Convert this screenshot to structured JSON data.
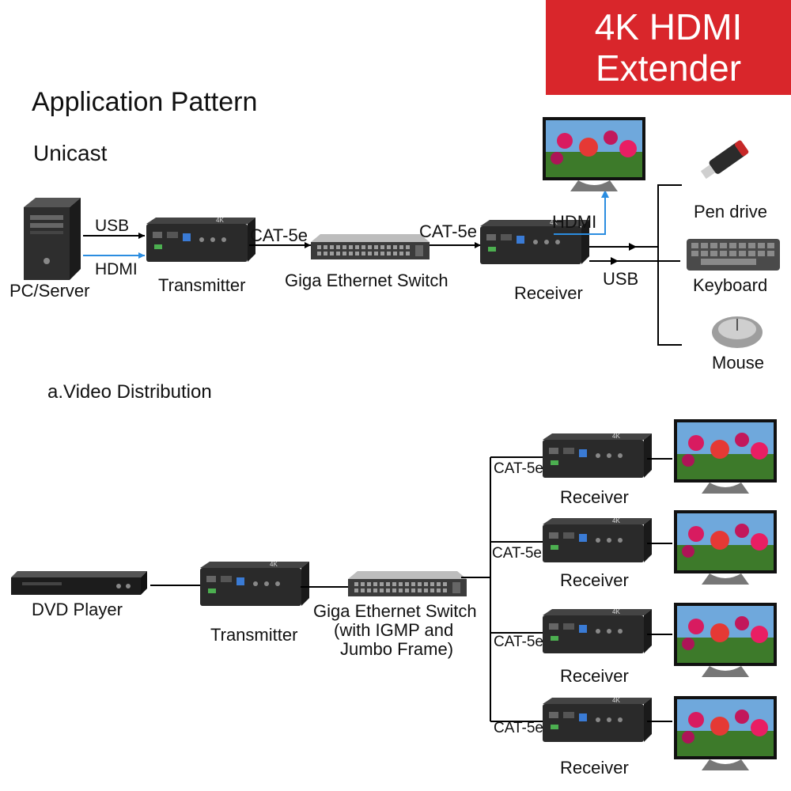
{
  "banner": {
    "line1": "4K HDMI",
    "line2": "Extender",
    "color": "#d9262b"
  },
  "title": "Application Pattern",
  "unicast": {
    "heading": "Unicast",
    "pc_label": "PC/Server",
    "usb_in": "USB",
    "hdmi_in": "HDMI",
    "transmitter": "Transmitter",
    "cat_a": "CAT-5e",
    "switch": "Giga Ethernet Switch",
    "cat_b": "CAT-5e",
    "receiver": "Receiver",
    "hdmi_out": "HDMI",
    "usb_out": "USB",
    "pen_drive": "Pen drive",
    "keyboard": "Keyboard",
    "mouse": "Mouse"
  },
  "distribution": {
    "heading": "a.Video Distribution",
    "dvd": "DVD Player",
    "transmitter": "Transmitter",
    "switch_line1": "Giga Ethernet Switch",
    "switch_line2": "(with IGMP and",
    "switch_line3": "Jumbo Frame)",
    "branches": [
      {
        "cable": "CAT-5e",
        "receiver": "Receiver"
      },
      {
        "cable": "CAT-5e",
        "receiver": "Receiver"
      },
      {
        "cable": "CAT-5e",
        "receiver": "Receiver"
      },
      {
        "cable": "CAT-5e",
        "receiver": "Receiver"
      }
    ]
  },
  "colors": {
    "hdmi_line": "#2b8de0",
    "cable_line": "#000000"
  },
  "icons": [
    "pc-tower-icon",
    "hdmi-extender-icon",
    "network-switch-icon",
    "monitor-icon",
    "usb-drive-icon",
    "keyboard-icon",
    "mouse-icon",
    "dvd-player-icon"
  ]
}
